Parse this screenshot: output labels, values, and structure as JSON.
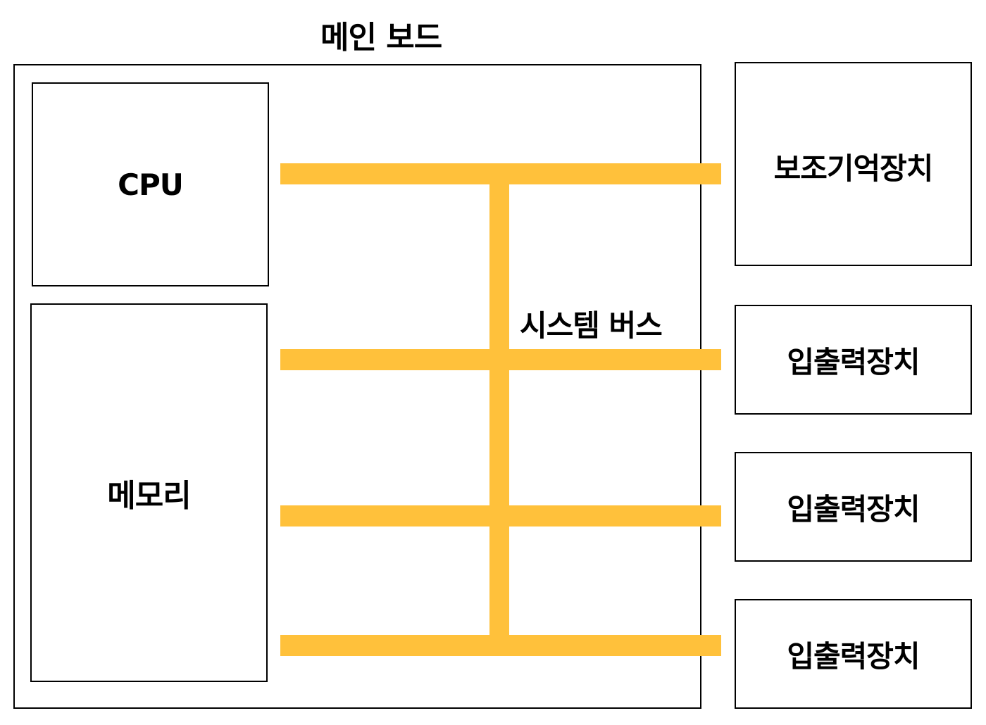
{
  "diagram": {
    "title": "메인 보드",
    "bus_label": "시스템 버스",
    "components": {
      "cpu": "CPU",
      "memory": "메모리",
      "secondary_storage": "보조기억장치",
      "io_devices": [
        "입출력장치",
        "입출력장치",
        "입출력장치"
      ]
    },
    "colors": {
      "bus": "#FFC13B",
      "border": "#000000",
      "text": "#000000",
      "background": "#FFFFFF"
    }
  }
}
